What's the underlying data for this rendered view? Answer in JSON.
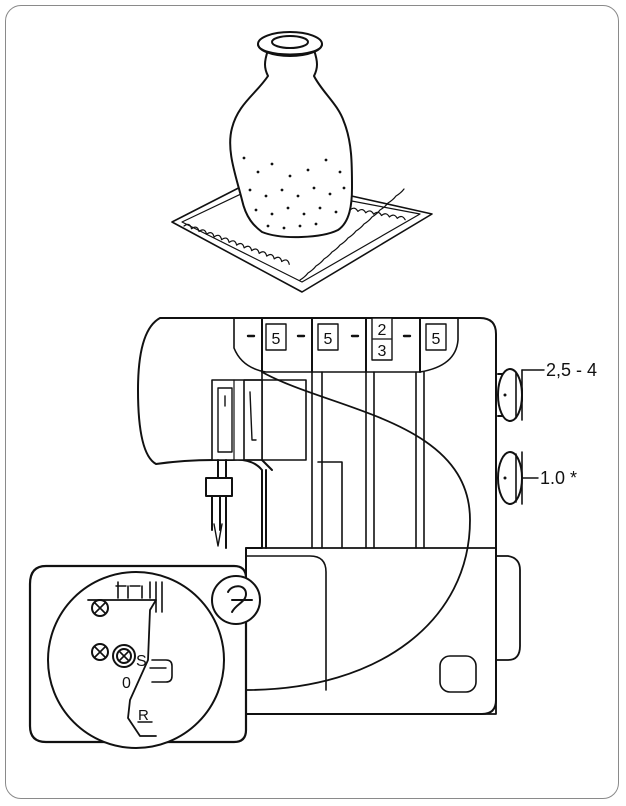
{
  "tension_dials": [
    {
      "label": "5"
    },
    {
      "label": "5"
    },
    {
      "label_top": "2",
      "label_bottom": "3"
    },
    {
      "label": "5"
    }
  ],
  "knobs": [
    {
      "label": "2,5 - 4"
    },
    {
      "label": "1.0 *"
    }
  ],
  "inset": {
    "mark_s": "S",
    "mark_zero": "0",
    "mark_r": "R"
  }
}
